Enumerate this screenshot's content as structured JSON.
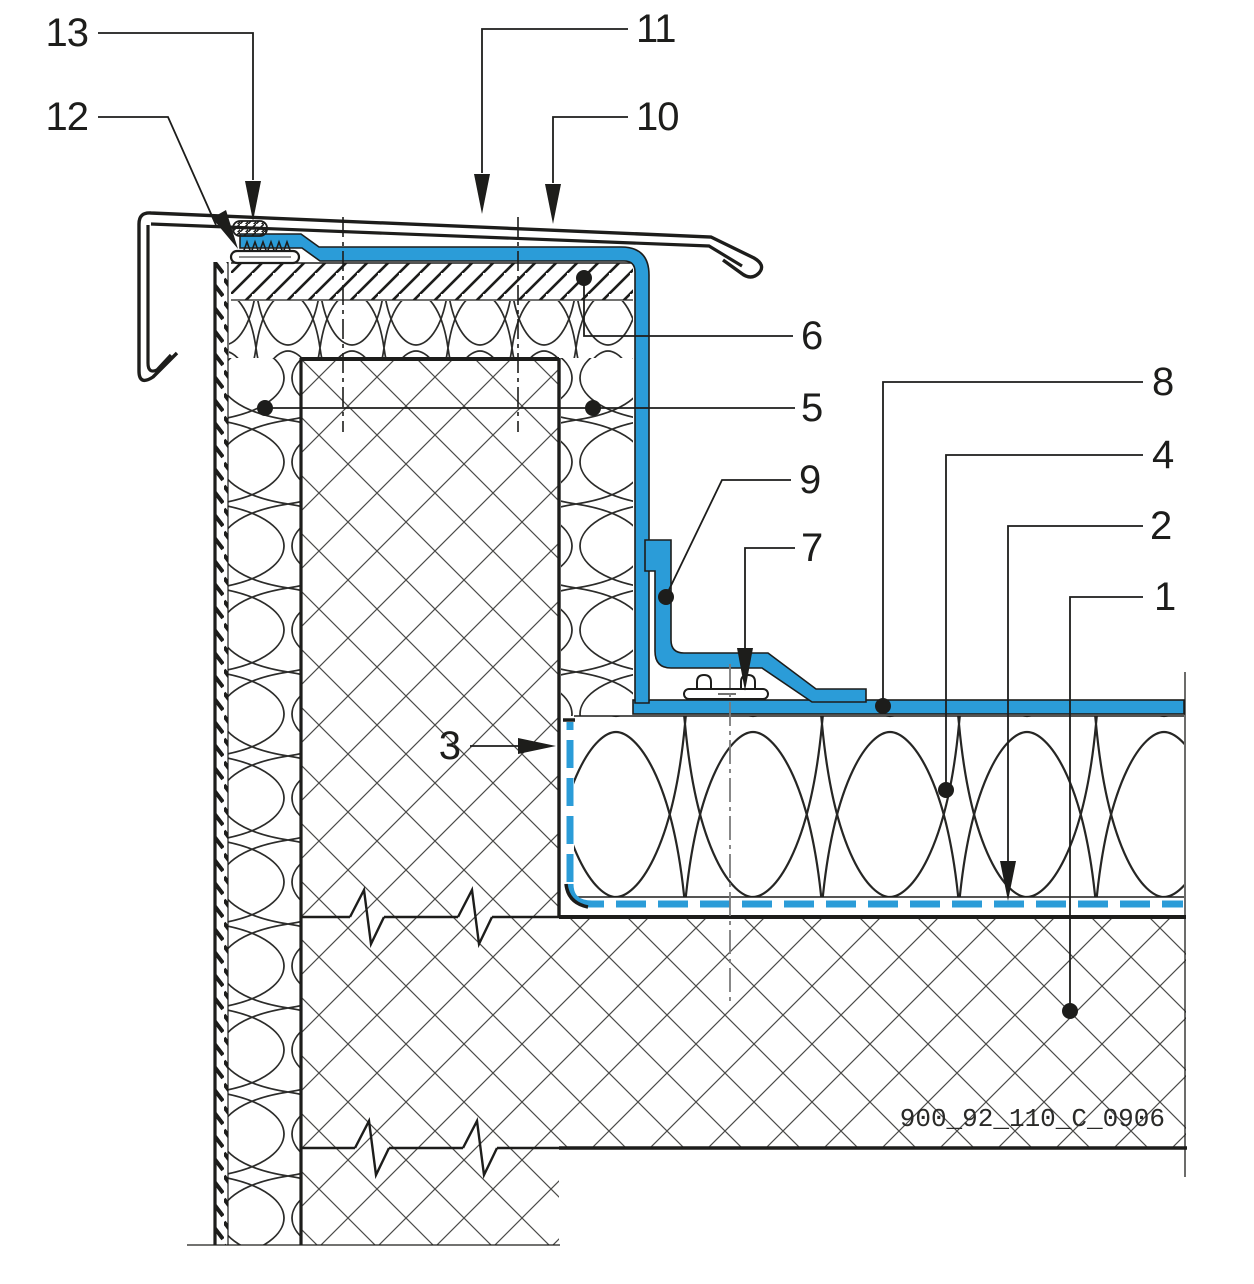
{
  "drawing": {
    "number": "900_92_110_C_0906",
    "callouts": {
      "c1": "1",
      "c2": "2",
      "c3": "3",
      "c4": "4",
      "c5": "5",
      "c6": "6",
      "c7": "7",
      "c8": "8",
      "c9": "9",
      "c10": "10",
      "c11": "11",
      "c12": "12",
      "c13": "13"
    },
    "colors": {
      "membrane_blue": "#2b9cd8",
      "line_black": "#1d1d1b",
      "centerline_grey": "#7b7b7b"
    }
  }
}
